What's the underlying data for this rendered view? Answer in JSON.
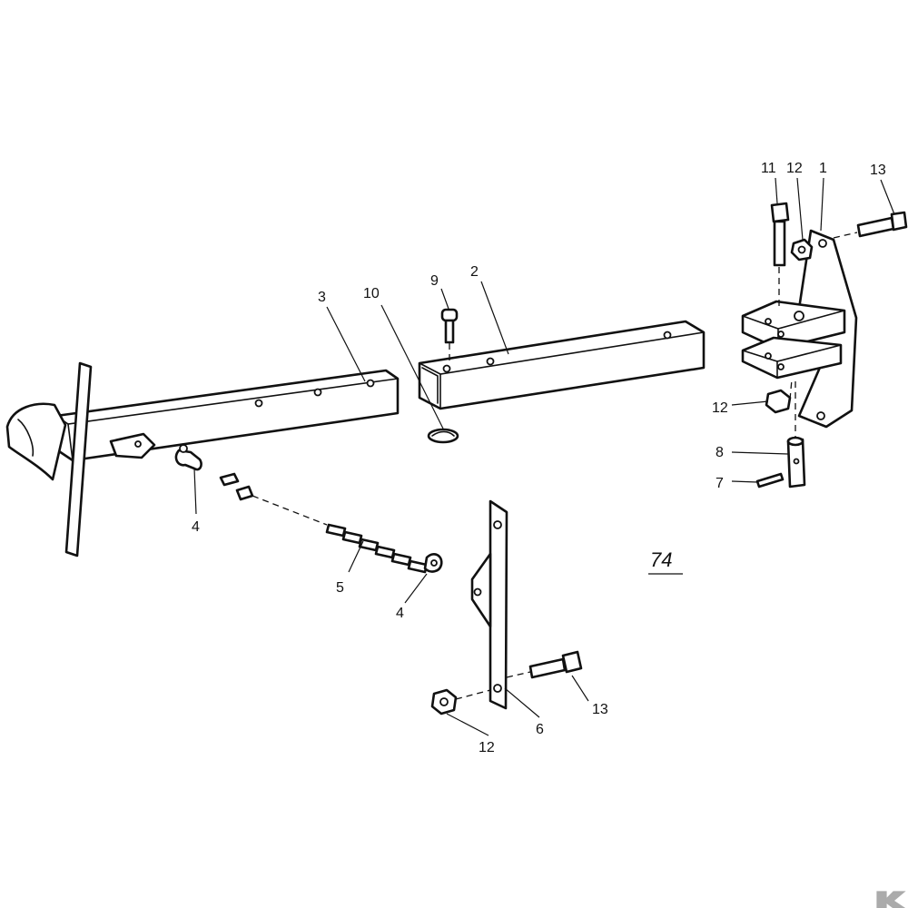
{
  "figure_number": "74",
  "callouts": {
    "c1": "1",
    "c2": "2",
    "c3": "3",
    "c4a": "4",
    "c4b": "4",
    "c5": "5",
    "c6": "6",
    "c7": "7",
    "c8": "8",
    "c9": "9",
    "c10": "10",
    "c11": "11",
    "c12a": "12",
    "c12b": "12",
    "c12c": "12",
    "c13a": "13",
    "c13b": "13"
  },
  "colors": {
    "line": "#111111",
    "paper": "#ffffff"
  }
}
